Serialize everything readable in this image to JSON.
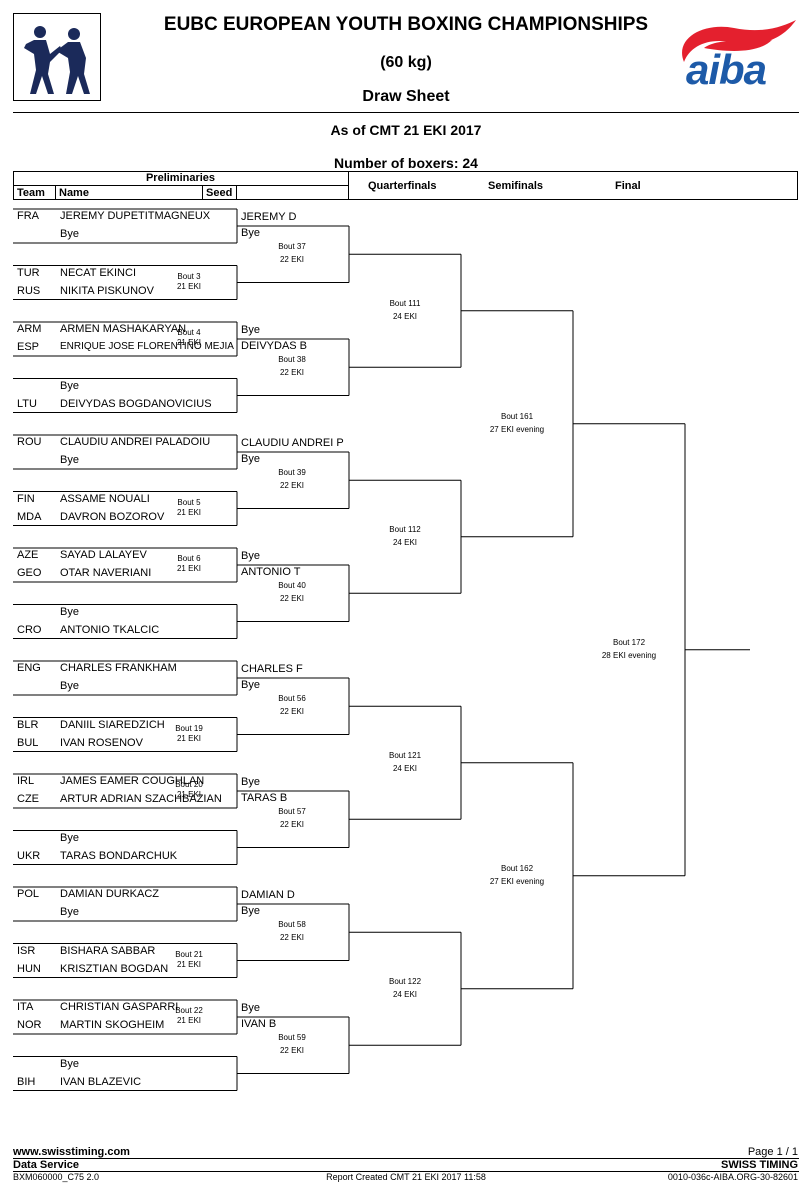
{
  "header": {
    "title": "EUBC EUROPEAN YOUTH BOXING CHAMPIONSHIPS",
    "weight": "(60 kg)",
    "subtitle": "Draw Sheet",
    "as_of": "As of CMT 21 EKI 2017",
    "boxers_count": "Number of boxers: 24",
    "logo_text": "aiba"
  },
  "columns": {
    "preliminaries": "Preliminaries",
    "team": "Team",
    "name": "Name",
    "seed": "Seed",
    "quarterfinals": "Quarterfinals",
    "semifinals": "Semifinals",
    "final": "Final"
  },
  "entries": [
    {
      "team": "FRA",
      "name": "JEREMY DUPETITMAGNEUX"
    },
    {
      "team": "",
      "name": "Bye"
    },
    {
      "team": "TUR",
      "name": "NECAT EKINCI"
    },
    {
      "team": "RUS",
      "name": "NIKITA PISKUNOV"
    },
    {
      "team": "ARM",
      "name": "ARMEN MASHAKARYAN"
    },
    {
      "team": "ESP",
      "name": "ENRIQUE JOSE FLORENTINO MEJIA"
    },
    {
      "team": "",
      "name": "Bye"
    },
    {
      "team": "LTU",
      "name": "DEIVYDAS BOGDANOVICIUS"
    },
    {
      "team": "ROU",
      "name": "CLAUDIU ANDREI PALADOIU"
    },
    {
      "team": "",
      "name": "Bye"
    },
    {
      "team": "FIN",
      "name": "ASSAME NOUALI"
    },
    {
      "team": "MDA",
      "name": "DAVRON BOZOROV"
    },
    {
      "team": "AZE",
      "name": "SAYAD LALAYEV"
    },
    {
      "team": "GEO",
      "name": "OTAR NAVERIANI"
    },
    {
      "team": "",
      "name": "Bye"
    },
    {
      "team": "CRO",
      "name": "ANTONIO TKALCIC"
    },
    {
      "team": "ENG",
      "name": "CHARLES FRANKHAM"
    },
    {
      "team": "",
      "name": "Bye"
    },
    {
      "team": "BLR",
      "name": "DANIIL SIAREDZICH"
    },
    {
      "team": "BUL",
      "name": "IVAN ROSENOV"
    },
    {
      "team": "IRL",
      "name": "JAMES EAMER COUGHLAN"
    },
    {
      "team": "CZE",
      "name": "ARTUR ADRIAN SZACHBAZIAN"
    },
    {
      "team": "",
      "name": "Bye"
    },
    {
      "team": "UKR",
      "name": "TARAS BONDARCHUK"
    },
    {
      "team": "POL",
      "name": "DAMIAN DURKACZ"
    },
    {
      "team": "",
      "name": "Bye"
    },
    {
      "team": "ISR",
      "name": "BISHARA SABBAR"
    },
    {
      "team": "HUN",
      "name": "KRISZTIAN BOGDAN"
    },
    {
      "team": "ITA",
      "name": "CHRISTIAN GASPARRI"
    },
    {
      "team": "NOR",
      "name": "MARTIN SKOGHEIM"
    },
    {
      "team": "",
      "name": "Bye"
    },
    {
      "team": "BIH",
      "name": "IVAN BLAZEVIC"
    }
  ],
  "prelim_bouts": [
    {
      "bout": "Bout 3",
      "date": "21 EKI"
    },
    {
      "bout": "Bout 4",
      "date": "21 EKI"
    },
    {
      "bout": "Bout 5",
      "date": "21 EKI"
    },
    {
      "bout": "Bout 6",
      "date": "21 EKI"
    },
    {
      "bout": "Bout 19",
      "date": "21 EKI"
    },
    {
      "bout": "Bout 20",
      "date": "21 EKI"
    },
    {
      "bout": "Bout 21",
      "date": "21 EKI"
    },
    {
      "bout": "Bout 22",
      "date": "21 EKI"
    }
  ],
  "r16": [
    {
      "top": "JEREMY D",
      "bottom": "Bye",
      "bout": "Bout 37",
      "date": "22 EKI"
    },
    {
      "top": "Bye",
      "bottom": "DEIVYDAS B",
      "bout": "Bout 38",
      "date": "22 EKI"
    },
    {
      "top": "CLAUDIU ANDREI P",
      "bottom": "Bye",
      "bout": "Bout 39",
      "date": "22 EKI"
    },
    {
      "top": "Bye",
      "bottom": "ANTONIO T",
      "bout": "Bout 40",
      "date": "22 EKI"
    },
    {
      "top": "CHARLES F",
      "bottom": "Bye",
      "bout": "Bout 56",
      "date": "22 EKI"
    },
    {
      "top": "Bye",
      "bottom": "TARAS B",
      "bout": "Bout 57",
      "date": "22 EKI"
    },
    {
      "top": "DAMIAN D",
      "bottom": "Bye",
      "bout": "Bout 58",
      "date": "22 EKI"
    },
    {
      "top": "Bye",
      "bottom": "IVAN B",
      "bout": "Bout 59",
      "date": "22 EKI"
    }
  ],
  "qf": [
    {
      "bout": "Bout 111",
      "date": "24 EKI"
    },
    {
      "bout": "Bout 112",
      "date": "24 EKI"
    },
    {
      "bout": "Bout 121",
      "date": "24 EKI"
    },
    {
      "bout": "Bout 122",
      "date": "24 EKI"
    }
  ],
  "sf": [
    {
      "bout": "Bout 161",
      "date": "27 EKI evening"
    },
    {
      "bout": "Bout 162",
      "date": "27 EKI evening"
    }
  ],
  "final": {
    "bout": "Bout 172",
    "date": "28 EKI evening"
  },
  "footer": {
    "website": "www.swisstiming.com",
    "page": "Page 1 / 1",
    "data_service": "Data Service",
    "brand": "SWISS TIMING",
    "code_left": "BXM060000_C75 2.0",
    "report": "Report Created  CMT 21 EKI 2017 11:58",
    "code_right": "0010-036c-AIBA.ORG-30-82601"
  },
  "colors": {
    "aiba_red": "#e4202e",
    "aiba_blue": "#1d5aa8",
    "logo_navy": "#1b2a5a"
  }
}
